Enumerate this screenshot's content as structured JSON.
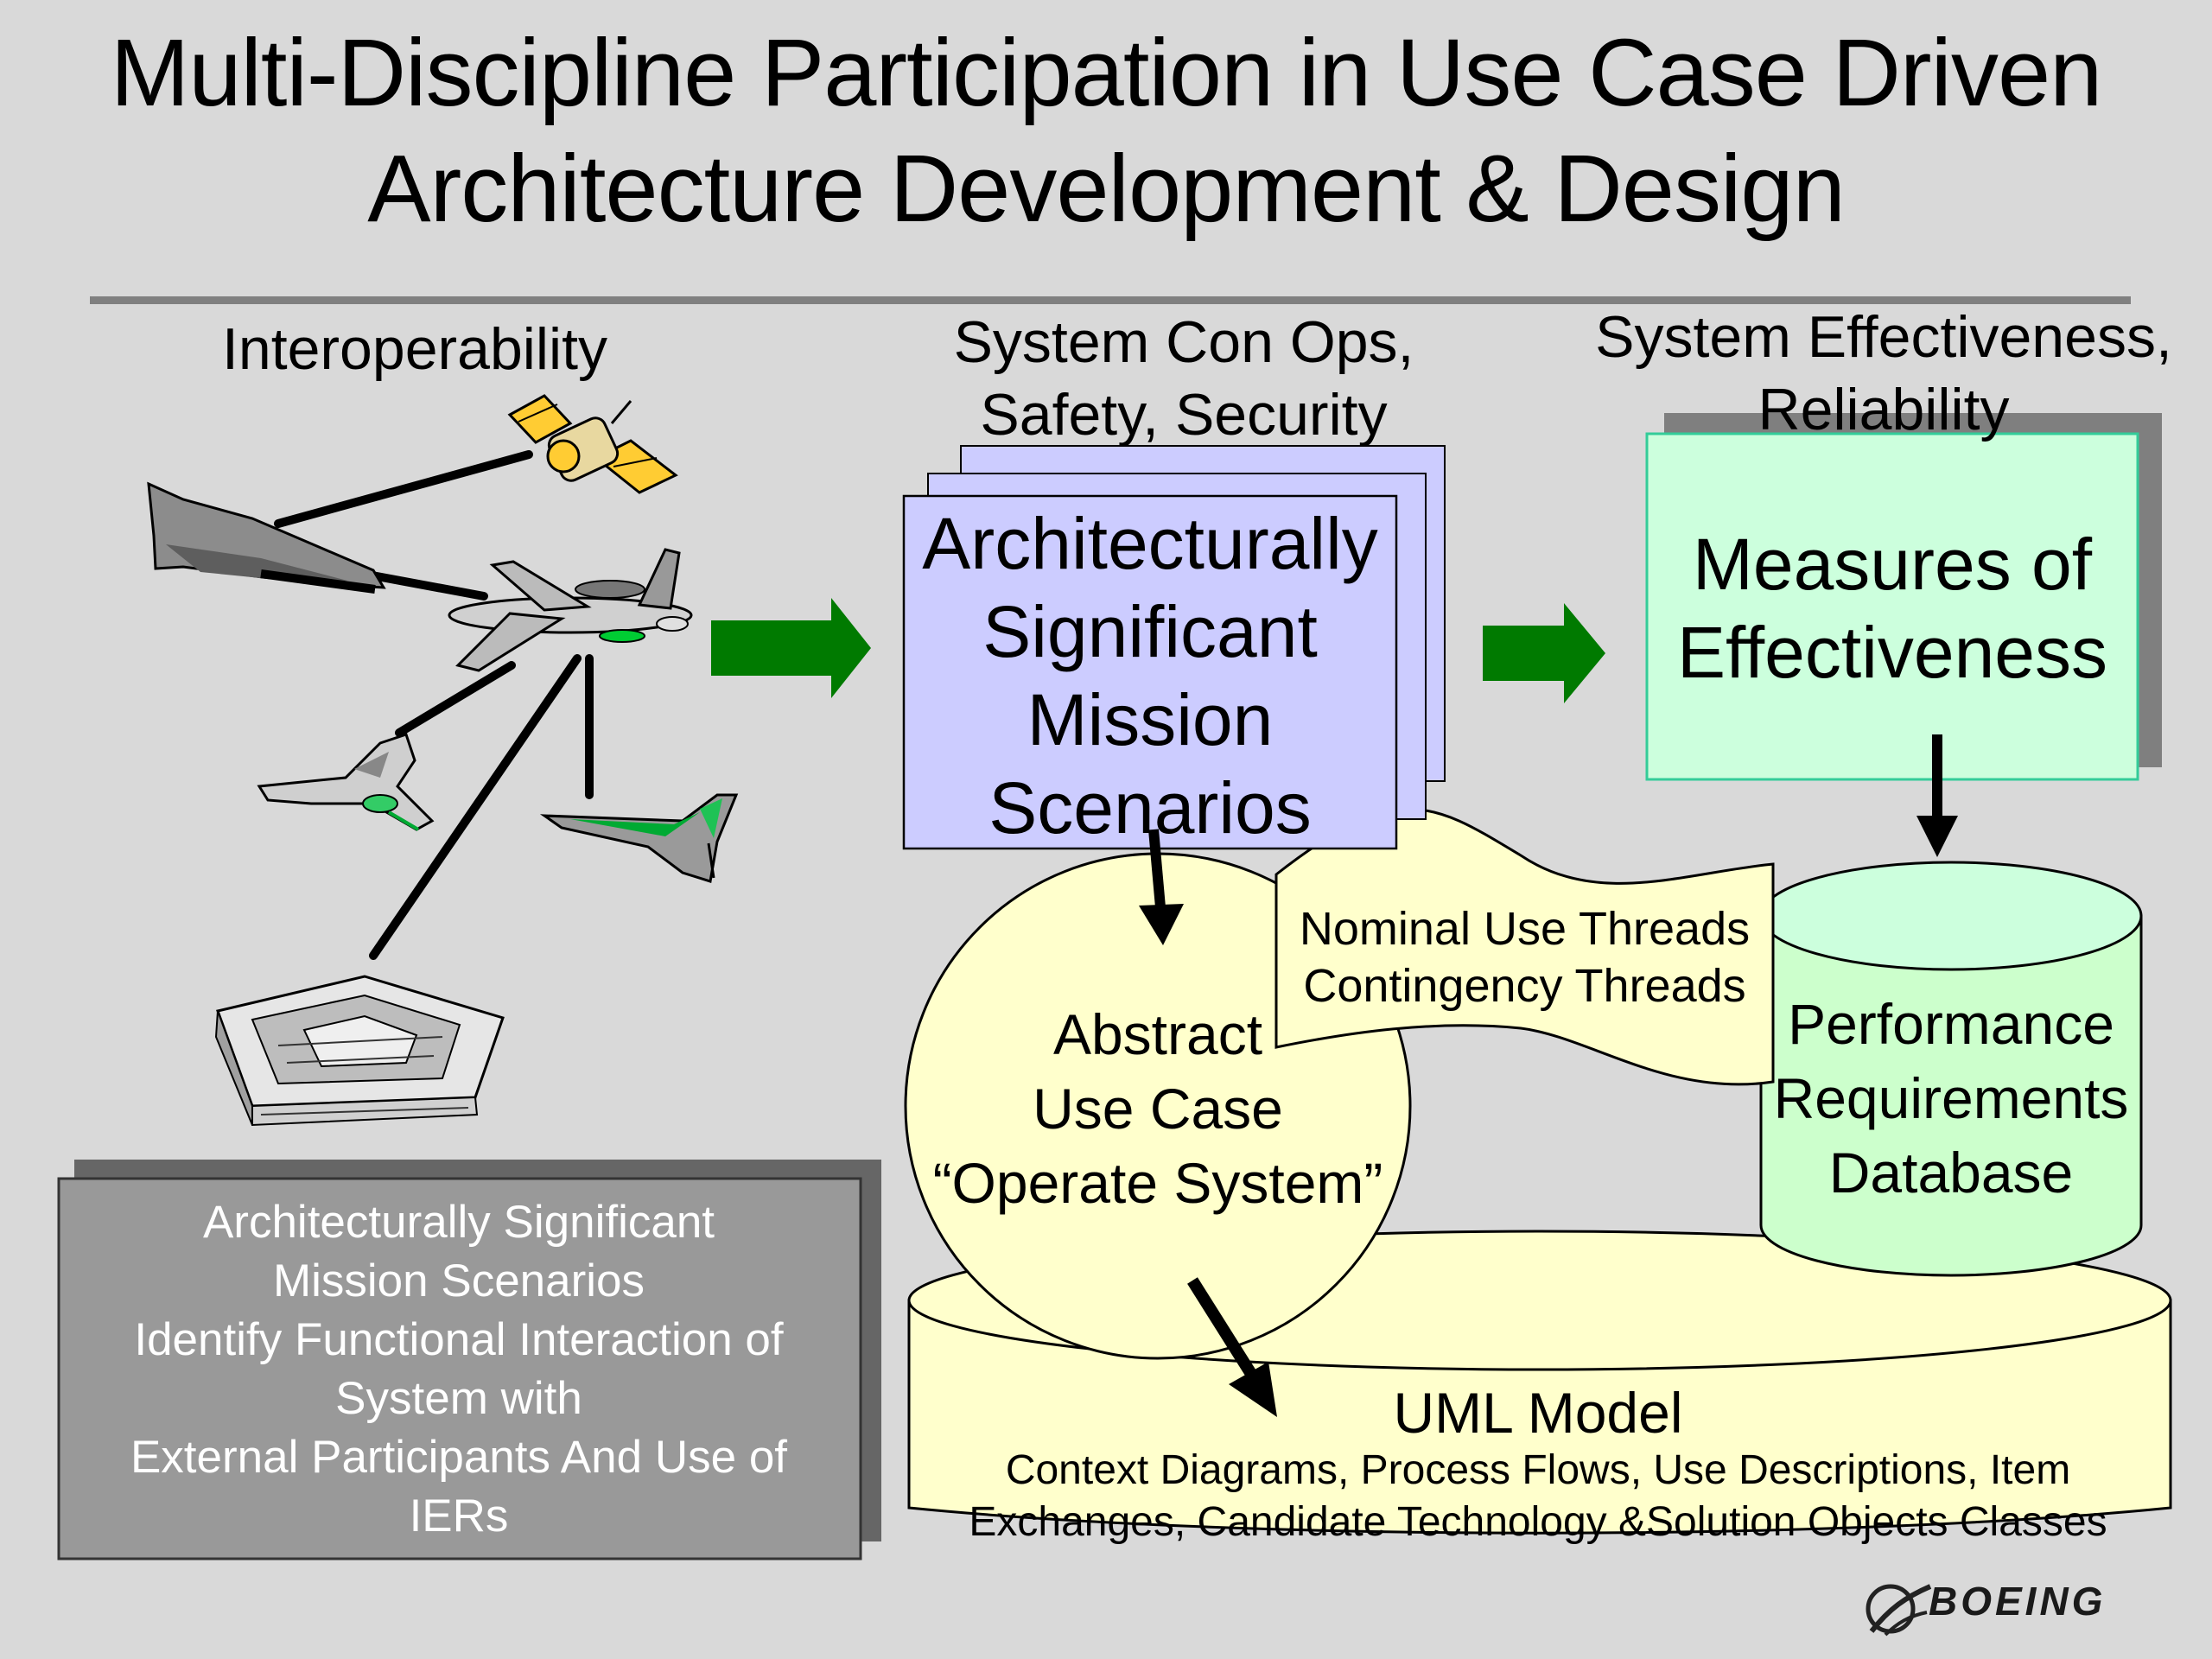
{
  "title": {
    "line1": "Multi-Discipline Participation in Use Case Driven",
    "line2": "Architecture Development & Design"
  },
  "categories": {
    "interoperability": "Interoperability",
    "conops_line1": "System Con Ops,",
    "conops_line2": "Safety, Security",
    "effectiveness_line1": "System Effectiveness,",
    "effectiveness_line2": "Reliability"
  },
  "scenarios_box": {
    "line1": "Architecturally",
    "line2": "Significant",
    "line3": "Mission",
    "line4": "Scenarios"
  },
  "measures_box": {
    "line1": "Measures of",
    "line2": "Effectiveness"
  },
  "use_case": {
    "line1": "Abstract",
    "line2": "Use Case",
    "line3": "“Operate System”"
  },
  "threads": {
    "line1": "Nominal Use Threads",
    "line2": "Contingency Threads"
  },
  "perf_db": {
    "line1": "Performance",
    "line2": "Requirements",
    "line3": "Database"
  },
  "uml": {
    "title": "UML Model",
    "line1": "Context Diagrams, Process Flows, Use Descriptions, Item",
    "line2": "Exchanges, Candidate Technology &Solution Objects Classes"
  },
  "note": {
    "line1": "Architecturally Significant",
    "line2": "Mission Scenarios",
    "line3": "Identify Functional Interaction of",
    "line4": "System with",
    "line5": "External Participants And Use of",
    "line6": "IERs"
  },
  "logo": {
    "text": "BOEING"
  },
  "colors": {
    "background": "#d9d9d9",
    "scenarios_fill": "#ccccff",
    "measures_fill": "#ccffdd",
    "measures_border": "#33cc99",
    "db_fill": "#ccffcc",
    "yellow_fill": "#ffffcc",
    "note_fill": "#999999",
    "arrow_green": "#007a00"
  },
  "icons": [
    "satellite-icon",
    "b2-bomber-icon",
    "awacs-aircraft-icon",
    "fighter-jet-icon",
    "stealth-fighter-icon",
    "pentagon-building-icon",
    "boeing-logo-icon"
  ]
}
